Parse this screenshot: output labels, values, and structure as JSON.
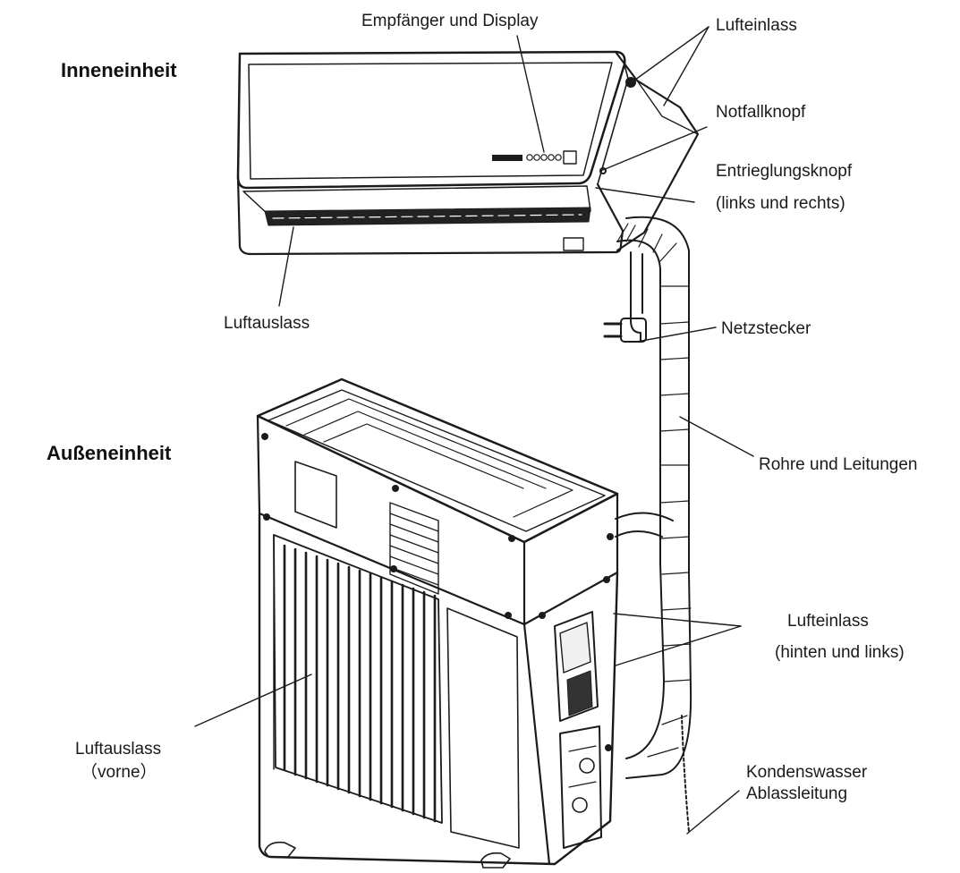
{
  "sections": {
    "indoor": "Inneneinheit",
    "outdoor": "Außeneinheit"
  },
  "labels": {
    "receiver_display": "Empfänger und Display",
    "air_inlet_top": "Lufteinlass",
    "emergency_button": "Notfallknopf",
    "release_button_line1": "Entrieglungsknopf",
    "release_button_line2": "(links und rechts)",
    "air_outlet_indoor": "Luftauslass",
    "power_plug": "Netzstecker",
    "pipes_cables": "Rohre und Leitungen",
    "air_inlet_outdoor_line1": "Lufteinlass",
    "air_inlet_outdoor_line2": "(hinten und links)",
    "air_outlet_outdoor_line1": "Luftauslass",
    "air_outlet_outdoor_line2": "（vorne）",
    "drain_line1": "Kondenswasser",
    "drain_line2": "Ablassleitung"
  }
}
